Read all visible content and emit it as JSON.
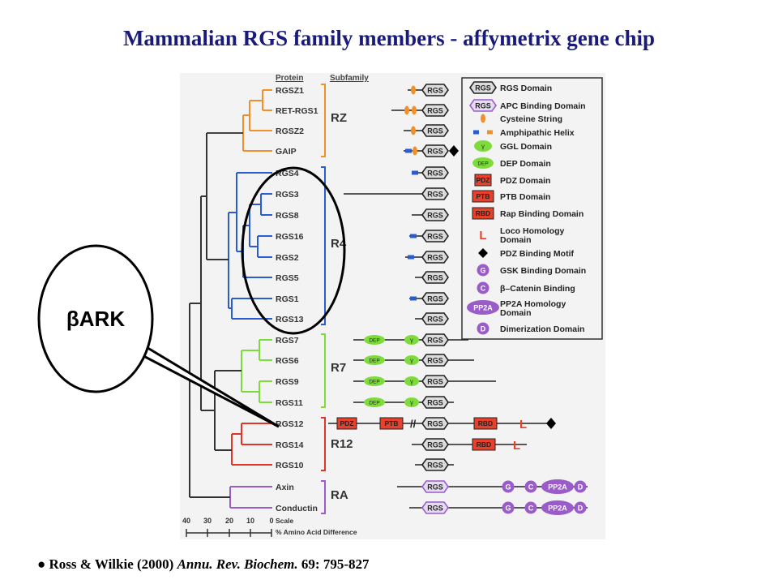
{
  "title": "Mammalian RGS family members - affymetrix gene chip",
  "citation": {
    "bullet": "●",
    "authors": "Ross & Wilkie (2000) ",
    "journal": "Annu. Rev. Biochem.",
    "rest": " 69: 795-827"
  },
  "headers": {
    "protein": "Protein",
    "subfamily": "Subfamily"
  },
  "callout": "βARK",
  "scale": {
    "ticks": [
      "40",
      "30",
      "20",
      "10",
      "0"
    ],
    "label_line1": "Scale",
    "label_line2": "% Amino Acid Difference"
  },
  "proteins": [
    "RGSZ1",
    "RET-RGS1",
    "RGSZ2",
    "GAIP",
    "RGS4",
    "RGS3",
    "RGS8",
    "RGS16",
    "RGS2",
    "RGS5",
    "RGS1",
    "RGS13",
    "RGS7",
    "RGS6",
    "RGS9",
    "RGS11",
    "RGS12",
    "RGS14",
    "RGS10",
    "Axin",
    "Conductin"
  ],
  "subfamilies": [
    {
      "name": "RZ",
      "color": "#f0902a"
    },
    {
      "name": "R4",
      "color": "#2a5cd0"
    },
    {
      "name": "R7",
      "color": "#7ddc3c"
    },
    {
      "name": "R12",
      "color": "#e0352a"
    },
    {
      "name": "RA",
      "color": "#9a5cc8"
    }
  ],
  "domain_labels": {
    "rgs": "RGS",
    "apc": "RGS",
    "ggl": "γ",
    "dep": "DEP",
    "pdz": "PDZ",
    "ptb": "PTB",
    "rbd": "RBD",
    "loco": "L",
    "gsk": "G",
    "cat": "C",
    "pp2a": "PP2A",
    "dim": "D",
    "slashes": "//"
  },
  "legend": [
    {
      "icon": "rgs",
      "text": "RGS Domain"
    },
    {
      "icon": "apc",
      "text": "APC Binding Domain"
    },
    {
      "icon": "cys",
      "text": "Cysteine String"
    },
    {
      "icon": "amph",
      "text": "Amphipathic Helix"
    },
    {
      "icon": "ggl",
      "text": "GGL Domain"
    },
    {
      "icon": "dep",
      "text": "DEP Domain"
    },
    {
      "icon": "pdz",
      "text": "PDZ Domain"
    },
    {
      "icon": "ptb",
      "text": "PTB Domain"
    },
    {
      "icon": "rbd",
      "text": "Rap Binding Domain"
    },
    {
      "icon": "loco",
      "text": "Loco Homology\nDomain"
    },
    {
      "icon": "pdzbm",
      "text": "PDZ Binding Motif"
    },
    {
      "icon": "gsk",
      "text": "GSK Binding Domain"
    },
    {
      "icon": "cat",
      "text": "β–Catenin Binding"
    },
    {
      "icon": "pp2a",
      "text": "PP2A Homology\nDomain"
    },
    {
      "icon": "dim",
      "text": "Dimerization Domain"
    }
  ],
  "colors": {
    "title": "#1a1a7a",
    "rz": "#f0902a",
    "r4": "#2a5cd0",
    "r7": "#7ddc3c",
    "r12": "#e0352a",
    "ra": "#9a5cc8",
    "rgs_fill": "#dcdcdc",
    "apc_fill": "#e6dcf2",
    "dep_fill": "#7ddc3c",
    "domain_red": "#e8402a",
    "purple": "#9a5cc8"
  }
}
